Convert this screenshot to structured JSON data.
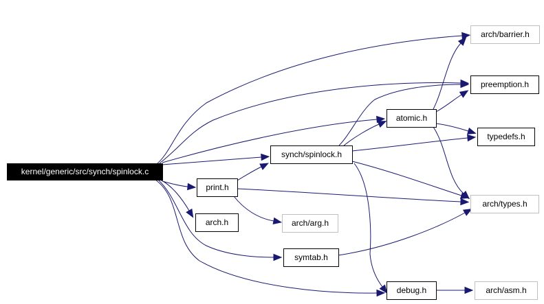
{
  "diagram": {
    "colors": {
      "edge": "#191970",
      "root_fill": "#000000",
      "root_text": "#ffffff",
      "node_border": "#000000",
      "external_border": "#bfbfbf",
      "node_fill": "#ffffff",
      "node_text": "#000000"
    },
    "nodes": [
      {
        "id": "root",
        "label": "kernel/generic/src/synch/spinlock.c",
        "kind": "root"
      },
      {
        "id": "synch_spinlock",
        "label": "synch/spinlock.h",
        "kind": "documented"
      },
      {
        "id": "atomic",
        "label": "atomic.h",
        "kind": "documented"
      },
      {
        "id": "preemption",
        "label": "preemption.h",
        "kind": "documented"
      },
      {
        "id": "typedefs",
        "label": "typedefs.h",
        "kind": "documented"
      },
      {
        "id": "print",
        "label": "print.h",
        "kind": "documented"
      },
      {
        "id": "arch",
        "label": "arch.h",
        "kind": "documented"
      },
      {
        "id": "symtab",
        "label": "symtab.h",
        "kind": "documented"
      },
      {
        "id": "debug",
        "label": "debug.h",
        "kind": "documented"
      },
      {
        "id": "arch_barrier",
        "label": "arch/barrier.h",
        "kind": "external"
      },
      {
        "id": "arch_types",
        "label": "arch/types.h",
        "kind": "external"
      },
      {
        "id": "arch_arg",
        "label": "arch/arg.h",
        "kind": "external"
      },
      {
        "id": "arch_asm",
        "label": "arch/asm.h",
        "kind": "external"
      }
    ],
    "edges": [
      {
        "from": "root",
        "to": "arch_barrier"
      },
      {
        "from": "root",
        "to": "preemption"
      },
      {
        "from": "root",
        "to": "atomic"
      },
      {
        "from": "root",
        "to": "synch_spinlock"
      },
      {
        "from": "root",
        "to": "print"
      },
      {
        "from": "root",
        "to": "arch"
      },
      {
        "from": "root",
        "to": "symtab"
      },
      {
        "from": "root",
        "to": "debug"
      },
      {
        "from": "synch_spinlock",
        "to": "atomic"
      },
      {
        "from": "synch_spinlock",
        "to": "preemption"
      },
      {
        "from": "synch_spinlock",
        "to": "typedefs"
      },
      {
        "from": "synch_spinlock",
        "to": "arch_types"
      },
      {
        "from": "synch_spinlock",
        "to": "debug"
      },
      {
        "from": "atomic",
        "to": "arch_barrier"
      },
      {
        "from": "atomic",
        "to": "preemption"
      },
      {
        "from": "atomic",
        "to": "typedefs"
      },
      {
        "from": "atomic",
        "to": "arch_types"
      },
      {
        "from": "print",
        "to": "synch_spinlock"
      },
      {
        "from": "print",
        "to": "arch_types"
      },
      {
        "from": "print",
        "to": "arch_arg"
      },
      {
        "from": "symtab",
        "to": "arch_types"
      },
      {
        "from": "debug",
        "to": "arch_asm"
      }
    ]
  }
}
